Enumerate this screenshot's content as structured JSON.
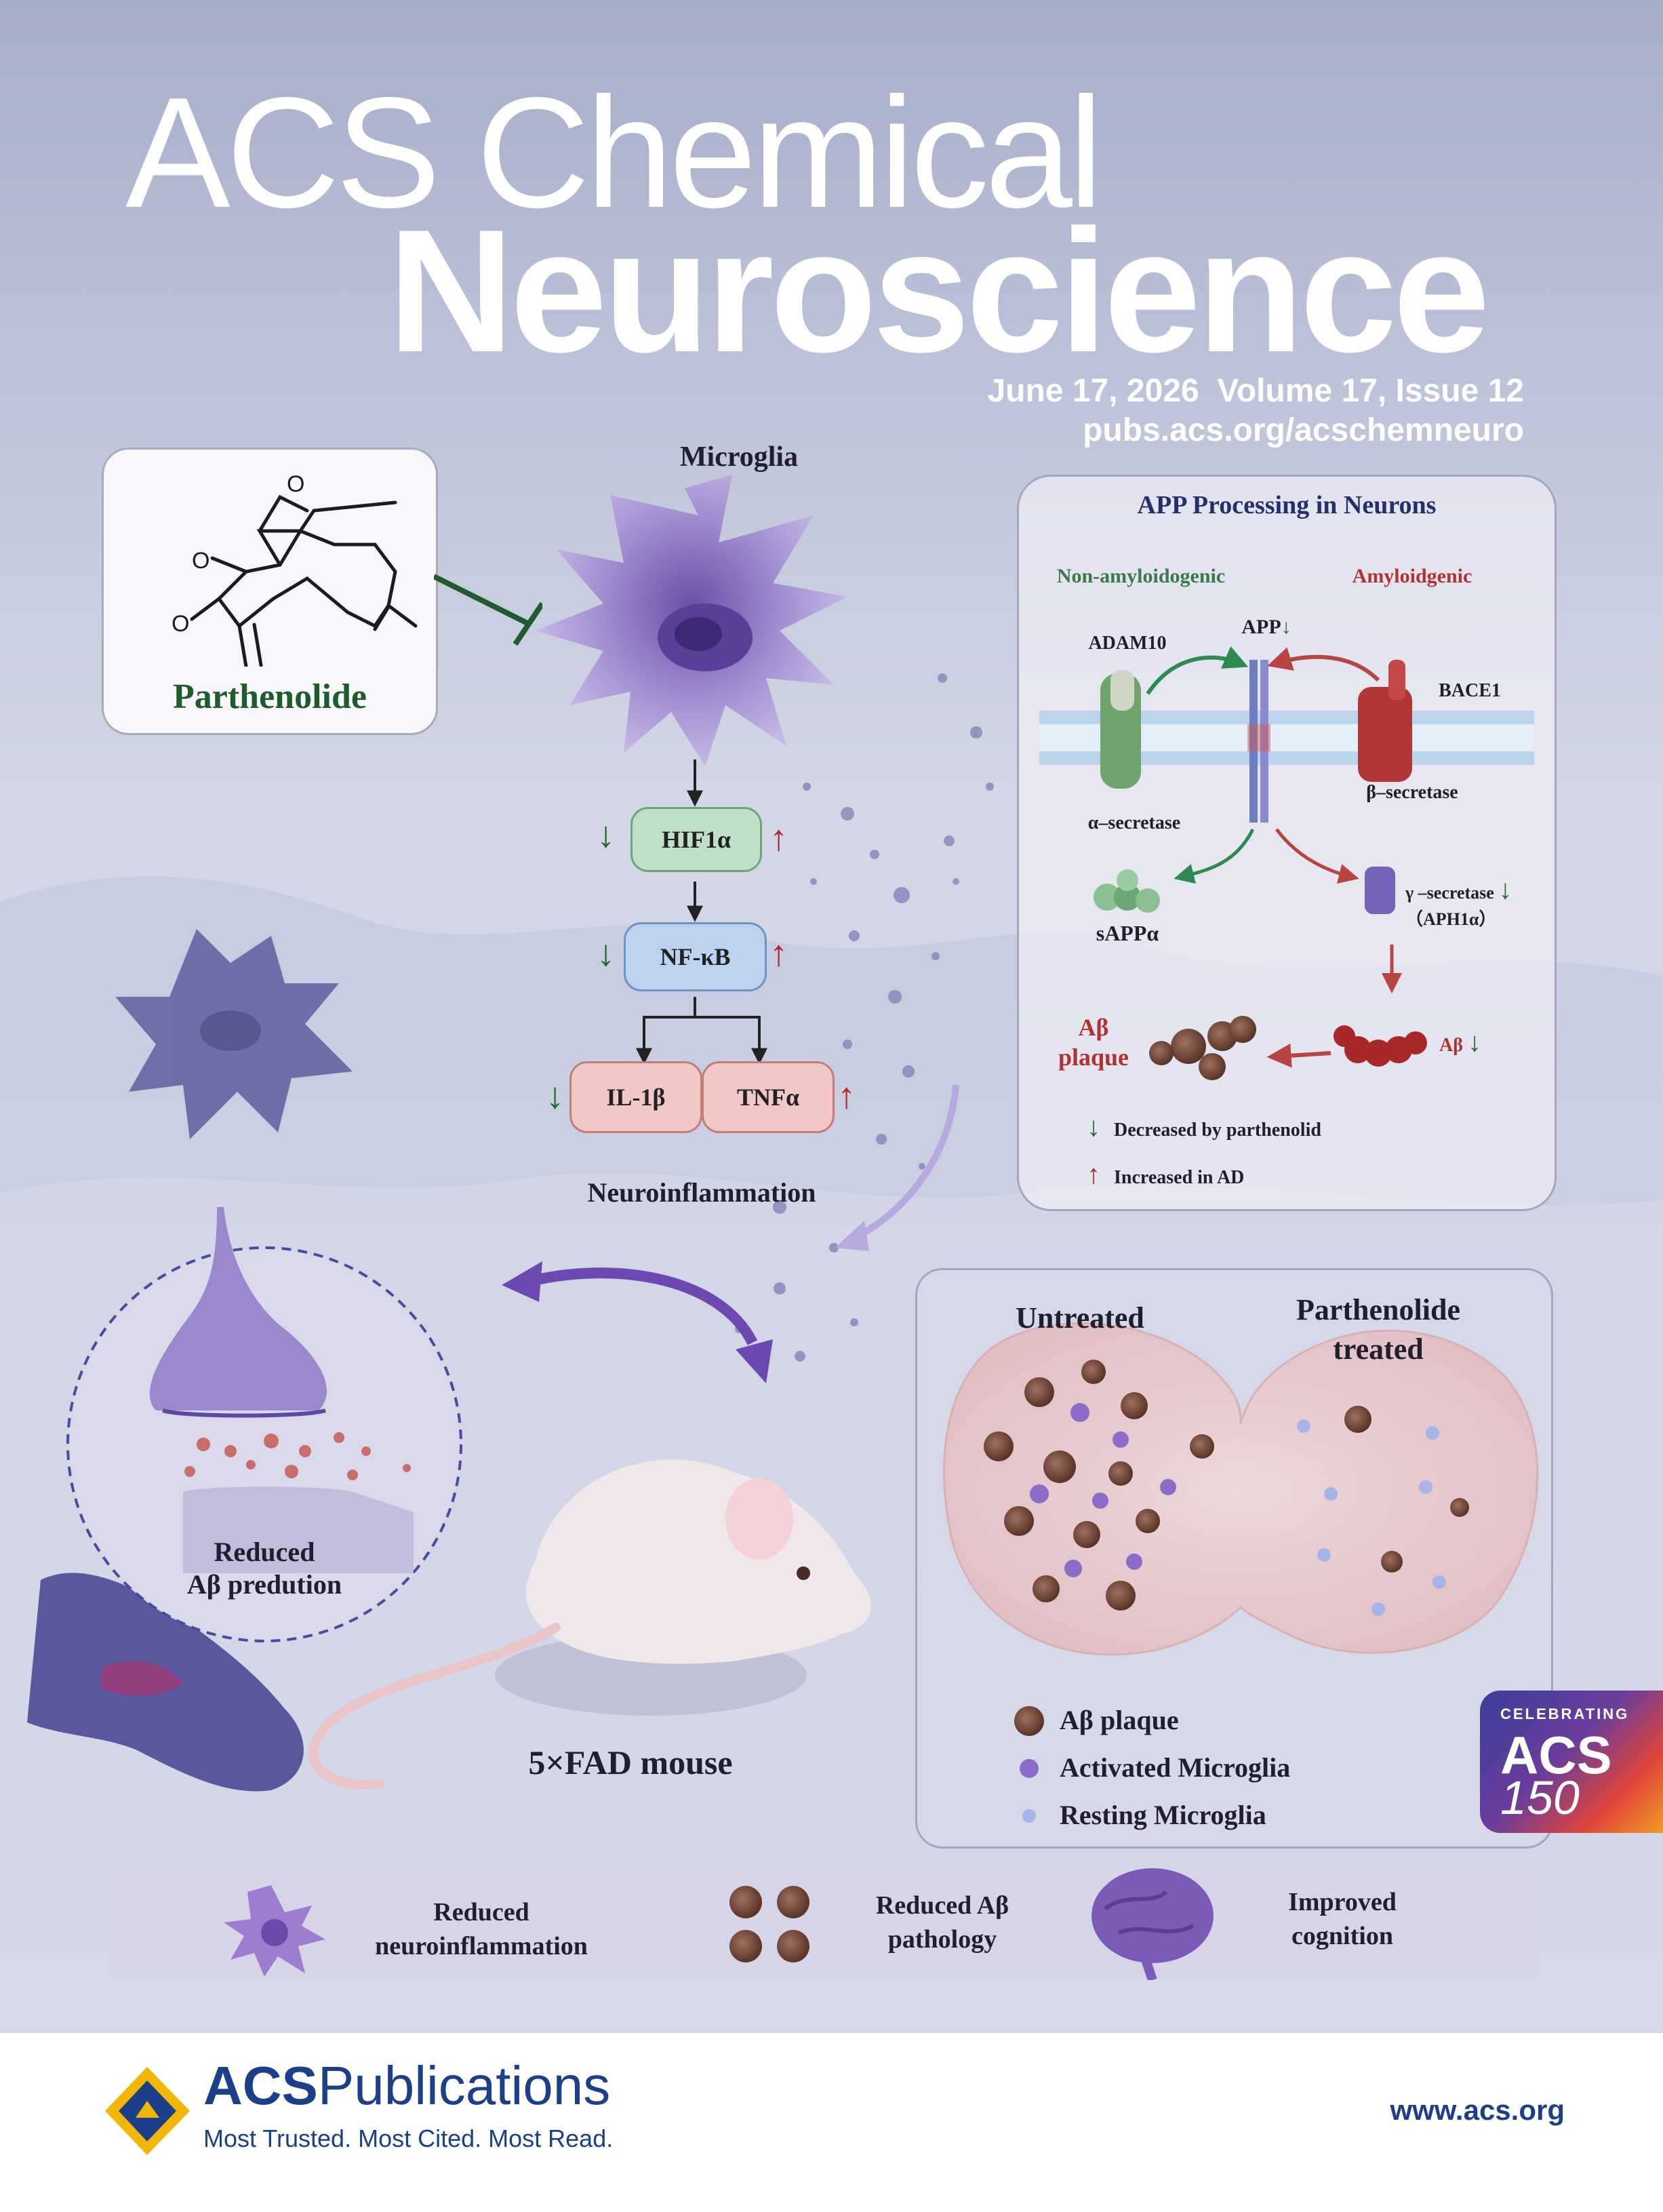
{
  "journal": {
    "title_line1": "ACS Chemical",
    "title_line2": "Neuroscience",
    "issue_line": "June 17, 2026  Volume 17, Issue 12",
    "url": "pubs.acs.org/acschemneuro"
  },
  "compound": {
    "name": "Parthenolide"
  },
  "microglia": {
    "title": "Microglia",
    "pathway": [
      "HIF1α",
      "NF-κB",
      "IL-1β",
      "TNFα"
    ],
    "caption": "Neuroinflammation"
  },
  "app": {
    "title": "APP Processing in Neurons",
    "non_amyloid": "Non-amyloidogenic",
    "amyloid": "Amyloidgenic",
    "adam10": "ADAM10",
    "app": "APP",
    "bace1": "BACE1",
    "alpha": "α–secretase",
    "beta": "β–secretase",
    "sapp": "sAPPα",
    "gamma": "γ –secretase",
    "aph": "（APH1α）",
    "plaque": [
      "Aβ",
      "plaque"
    ],
    "abeta": "Aβ",
    "legend_down": "Decreased by parthenolid",
    "legend_up": "Increased in AD"
  },
  "synapse": {
    "caption": [
      "Reduced",
      "Aβ predution"
    ]
  },
  "mouse": {
    "caption": "5×FAD mouse"
  },
  "brain": {
    "untreated": "Untreated",
    "treated": [
      "Parthenolide",
      "treated"
    ],
    "legend": [
      "Aβ plaque",
      "Activated Microglia",
      "Resting Microglia"
    ]
  },
  "badge": {
    "top": "CELEBRATING",
    "acs": "ACS",
    "num": "150"
  },
  "outcomes": [
    [
      "Reduced",
      "neuroinflammation"
    ],
    [
      "Reduced Aβ",
      "pathology"
    ],
    [
      "Improved",
      "cognition"
    ]
  ],
  "publisher": {
    "name_a": "ACS",
    "name_b": "Publications",
    "tagline": "Most Trusted. Most Cited. Most Read.",
    "website": "www.acs.org"
  },
  "colors": {
    "accent_red": "#b22a2a",
    "accent_green": "#1f6b2a",
    "navy": "#1c3f8a",
    "purple": "#7b62b8"
  }
}
